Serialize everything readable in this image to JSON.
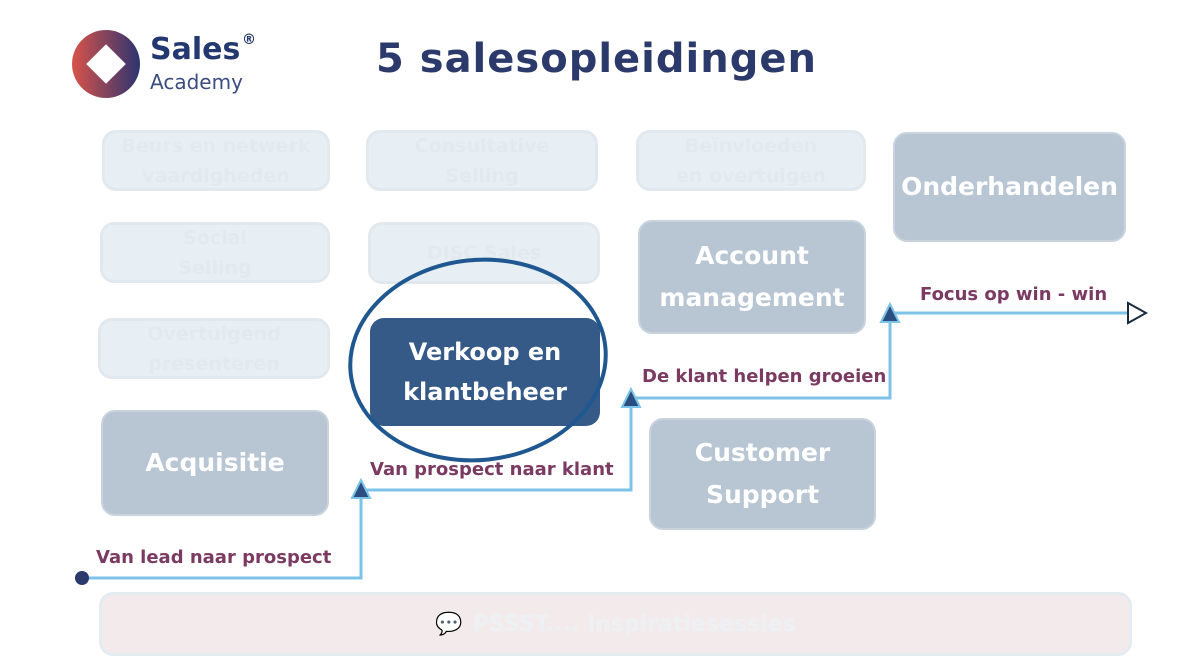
{
  "logo": {
    "brand": "Sales",
    "registered": "®",
    "sub": "Academy"
  },
  "title": "5 salesopleidingen",
  "courses": {
    "beurs": "Beurs en netwerk vaardigheden",
    "consultative": "Consultative Selling",
    "beinvloeden": "Beïnvloeden en overtuigen",
    "onderhandelen": "Onderhandelen",
    "social": "Social Selling",
    "disc": "DISC Sales",
    "account": "Account management",
    "overtuigend": "Overtuigend presenteren",
    "verkoop": "Verkoop en klantbeheer",
    "acquisitie": "Acquisitie",
    "support": "Customer Support"
  },
  "path_labels": {
    "l1": "Van lead naar prospect",
    "l2": "Van prospect naar klant",
    "l3": "De klant helpen groeien",
    "l4": "Focus op win - win"
  },
  "banner": {
    "icon": "speech-bubble-icon",
    "text": "PSSST.... Inspiratiesessies"
  },
  "colors": {
    "navy": "#2b3a6b",
    "dark_box": "#355a87",
    "grey_box": "#b8c5d3",
    "path": "#7cc3e8",
    "label": "#7a3a62"
  }
}
